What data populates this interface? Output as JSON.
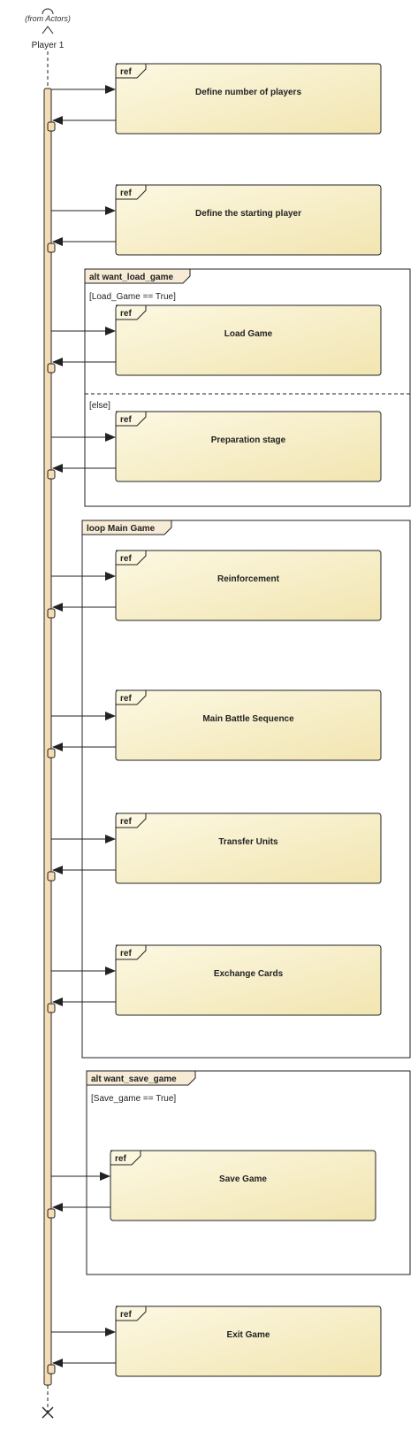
{
  "actor": {
    "from": "(from Actors)",
    "name": "Player 1"
  },
  "refs": [
    {
      "tag": "ref",
      "title": "Define number of players"
    },
    {
      "tag": "ref",
      "title": "Define the starting player"
    },
    {
      "tag": "ref",
      "title": "Load Game"
    },
    {
      "tag": "ref",
      "title": "Preparation stage"
    },
    {
      "tag": "ref",
      "title": "Reinforcement"
    },
    {
      "tag": "ref",
      "title": "Main Battle Sequence"
    },
    {
      "tag": "ref",
      "title": "Transfer Units"
    },
    {
      "tag": "ref",
      "title": "Exchange Cards"
    },
    {
      "tag": "ref",
      "title": "Save Game"
    },
    {
      "tag": "ref",
      "title": "Exit Game"
    }
  ],
  "fragments": [
    {
      "title": "alt want_load_game",
      "guards": [
        "[Load_Game == True]",
        "[else]"
      ]
    },
    {
      "title": "loop Main Game",
      "guards": []
    },
    {
      "title": "alt want_save_game",
      "guards": [
        "[Save_game == True]"
      ]
    }
  ],
  "colors": {
    "lifeline_bar": "#f5dcb4",
    "ref_fill_start": "#fbf6dc",
    "ref_fill_end": "#f3e7b5",
    "frag_tab": "#f7ebd6",
    "stroke": "#222222"
  }
}
